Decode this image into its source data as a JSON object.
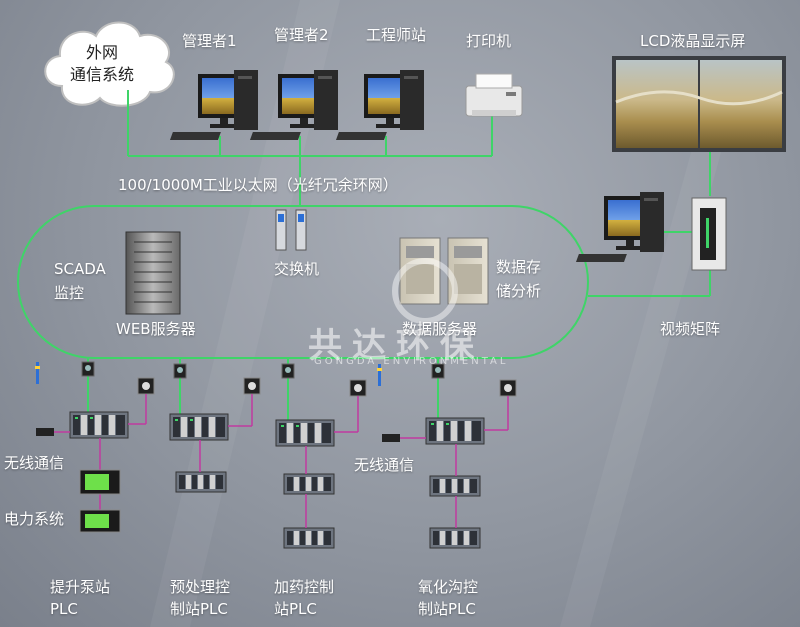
{
  "cloud_label": "外网\n通信系统",
  "workstations": [
    "管理者1",
    "管理者2",
    "工程师站"
  ],
  "printer_label": "打印机",
  "lcd_label": "LCD液晶显示屏",
  "ethernet_label": "100/1000M工业以太网（光纤冗余环网）",
  "scada_label_1": "SCADA",
  "scada_label_2": "监控",
  "web_server_label": "WEB服务器",
  "switch_label": "交换机",
  "data_storage_label_1": "数据存",
  "data_storage_label_2": "储分析",
  "data_server_label": "数据服务器",
  "video_matrix_label": "视频矩阵",
  "watermark_cn": "共达环保",
  "watermark_en": "GONGDA ENVIRONMENTAL",
  "wireless_label_1": "无线通信",
  "power_label": "电力系统",
  "wireless_label_2": "无线通信",
  "stations": [
    {
      "line1": "提升泵站",
      "line2": "PLC"
    },
    {
      "line1": "预处理控",
      "line2": "制站PLC"
    },
    {
      "line1": "加药控制",
      "line2": "站PLC"
    },
    {
      "line1": "氧化沟控",
      "line2": "制站PLC"
    }
  ],
  "colors": {
    "network": "#3fd468",
    "field_bus": "#c03aa0",
    "background": "#9096a0"
  }
}
